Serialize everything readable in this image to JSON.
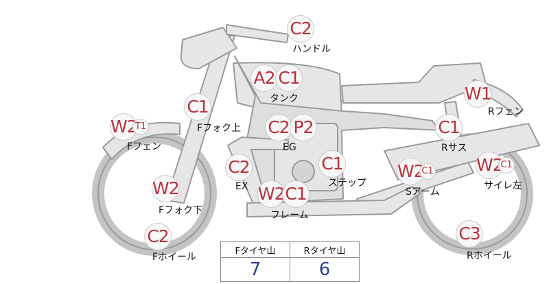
{
  "parts": [
    {
      "id": "handle",
      "label": "ハンドル",
      "grades": [
        {
          "code": "C2"
        }
      ]
    },
    {
      "id": "tank",
      "label": "タンク",
      "grades": [
        {
          "code": "A2"
        },
        {
          "code": "C1"
        }
      ]
    },
    {
      "id": "front-fork-upper",
      "label": "Fフォク上",
      "grades": [
        {
          "code": "C1"
        }
      ]
    },
    {
      "id": "front-fender",
      "label": "Fフェン",
      "grades": [
        {
          "code": "W2"
        },
        {
          "code": "T1",
          "small": true
        }
      ]
    },
    {
      "id": "engine",
      "label": "EG",
      "grades": [
        {
          "code": "C2"
        },
        {
          "code": "P2"
        }
      ]
    },
    {
      "id": "exhaust",
      "label": "EX",
      "grades": [
        {
          "code": "C2"
        }
      ]
    },
    {
      "id": "front-fork-lower",
      "label": "Fフォク下",
      "grades": [
        {
          "code": "W2"
        }
      ]
    },
    {
      "id": "frame",
      "label": "フレーム",
      "grades": [
        {
          "code": "W2"
        },
        {
          "code": "C1"
        }
      ]
    },
    {
      "id": "step",
      "label": "ステップ",
      "grades": [
        {
          "code": "C1"
        }
      ]
    },
    {
      "id": "swingarm",
      "label": "Sアーム",
      "grades": [
        {
          "code": "W2"
        },
        {
          "code": "C1",
          "small": true
        }
      ]
    },
    {
      "id": "silencer-left",
      "label": "サイレ左",
      "grades": [
        {
          "code": "W2"
        },
        {
          "code": "C1",
          "small": true
        }
      ]
    },
    {
      "id": "rear-fender",
      "label": "Rフェン",
      "grades": [
        {
          "code": "W1"
        }
      ]
    },
    {
      "id": "rear-suspension",
      "label": "Rサス",
      "grades": [
        {
          "code": "C1"
        }
      ]
    },
    {
      "id": "front-wheel",
      "label": "Fホイール",
      "grades": [
        {
          "code": "C2"
        }
      ]
    },
    {
      "id": "rear-wheel",
      "label": "Rホイール",
      "grades": [
        {
          "code": "C3"
        }
      ]
    }
  ],
  "tread": {
    "front_label": "Fタイヤ山",
    "rear_label": "Rタイヤ山",
    "front_value": "7",
    "rear_value": "6"
  }
}
